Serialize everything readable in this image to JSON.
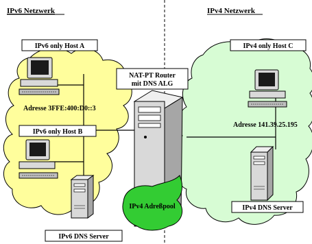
{
  "headers": {
    "ipv6": "IPv6 Netzwerk",
    "ipv4": "IPv4 Netzwerk"
  },
  "boxes": {
    "host_a": "IPv6 only Host A",
    "host_b": "IPv6 only Host B",
    "host_c": "IPv4 only Host C",
    "router_line1": "NAT-PT Router",
    "router_line2": "mit DNS ALG",
    "ipv4_dns": "IPv4 DNS Server",
    "ipv6_dns": "IPv6 DNS Server"
  },
  "addresses": {
    "ipv6": "Adresse 3FFE:400:D0::3",
    "ipv4": "Adresse 141.39.25.195"
  },
  "pool_label": "IPv4 Adreßpool",
  "colors": {
    "ipv6_cloud": "#fffe9c",
    "ipv4_cloud": "#d7fcd4",
    "pool_blob": "#33cc33",
    "device": "#d9d9d9",
    "screen": "#1a1a1a",
    "label_fill": "#ffffff"
  }
}
